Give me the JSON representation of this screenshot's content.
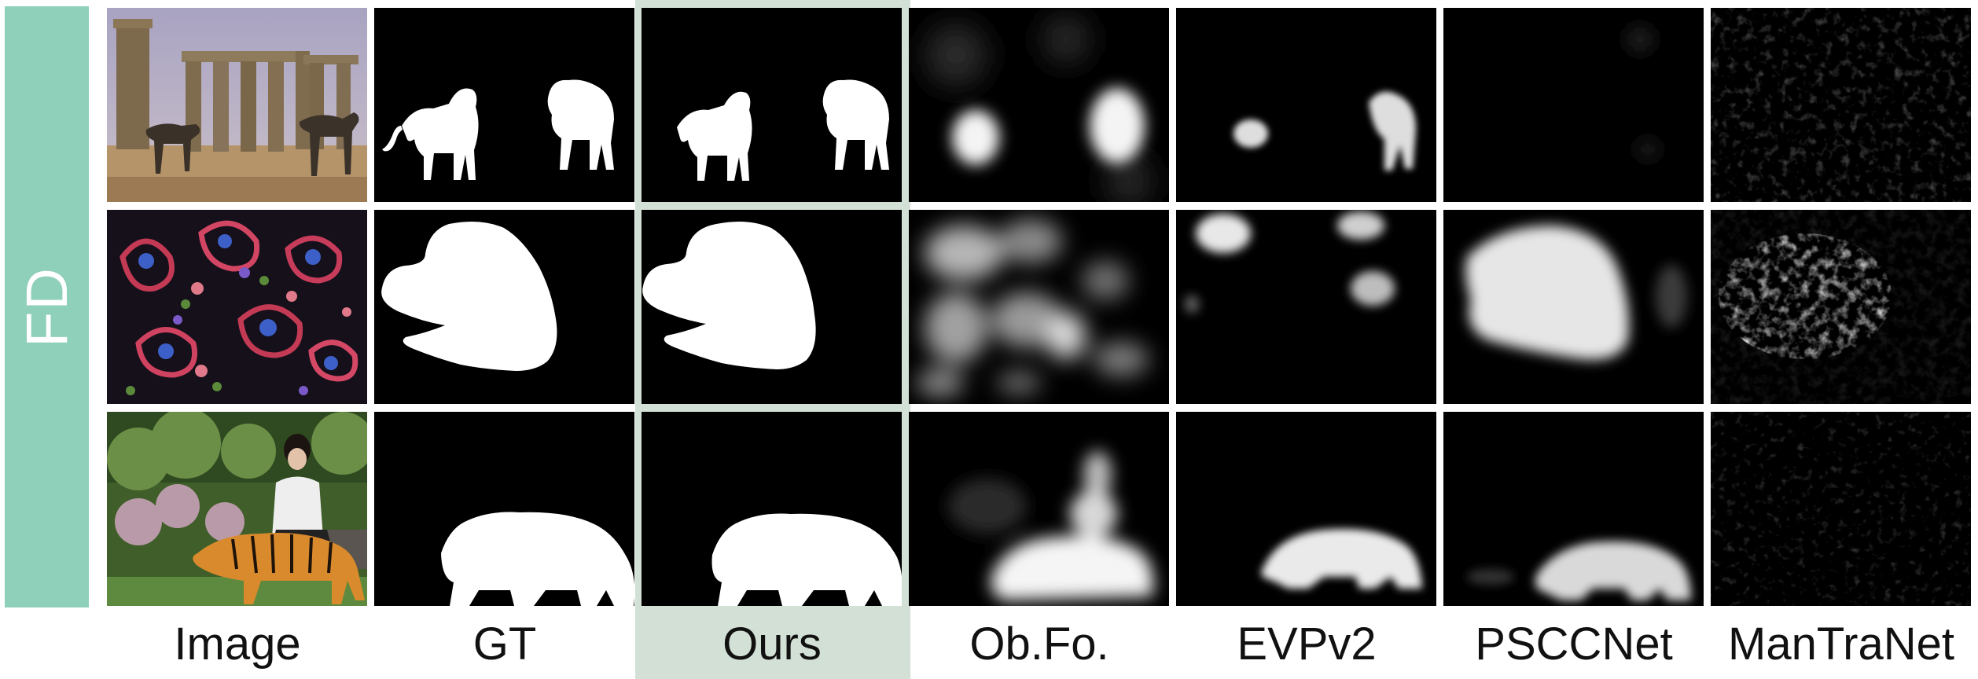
{
  "row_group_label": "FD",
  "columns": [
    "Image",
    "GT",
    "Ours",
    "Ob.Fo.",
    "EVPv2",
    "PSCCNet",
    "ManTraNet"
  ],
  "colors": {
    "accent_bar": "#8fd0ba",
    "ours_highlight": "#d3e0d5"
  }
}
